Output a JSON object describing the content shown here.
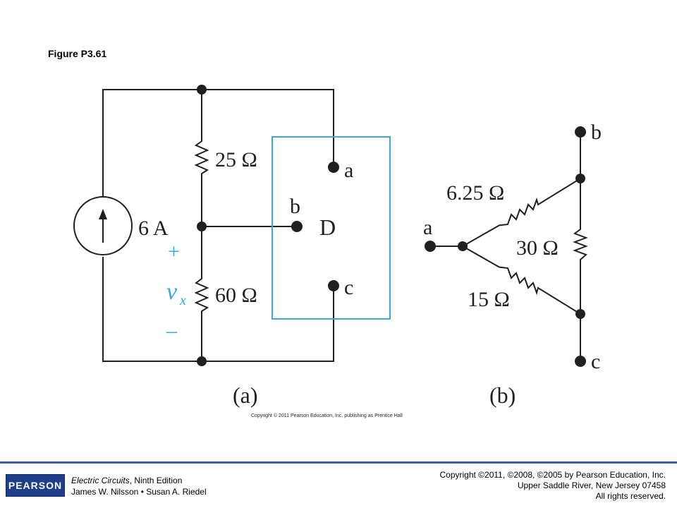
{
  "figure_title": "Figure P3.61",
  "circuit_a": {
    "source_value": "6 A",
    "r_top": "25 Ω",
    "r_bottom": "60 Ω",
    "vx_plus": "+",
    "vx_minus": "–",
    "vx_var": "v",
    "vx_sub": "x",
    "node_a": "a",
    "node_b": "b",
    "node_c": "c",
    "box_label": "D",
    "part_label": "(a)",
    "accent_color": "#3aa8d8"
  },
  "circuit_b": {
    "r_ab": "6.25 Ω",
    "r_bc": "30 Ω",
    "r_ac": "15 Ω",
    "node_a": "a",
    "node_b": "b",
    "node_c": "c",
    "part_label": "(b)"
  },
  "figure_copyright": "Copyright © 2011 Pearson Education, Inc. publishing as Prentice Hall",
  "footer": {
    "logo_text": "PEARSON",
    "book_title": "Electric Circuits",
    "edition": ", Ninth Edition",
    "authors": "James W. Nilsson • Susan A. Riedel",
    "rights_line1": "Copyright ©2011, ©2008, ©2005 by Pearson Education, Inc.",
    "rights_line2": "Upper Saddle River, New Jersey 07458",
    "rights_line3": "All rights reserved.",
    "rule_color": "#3b5da8"
  }
}
